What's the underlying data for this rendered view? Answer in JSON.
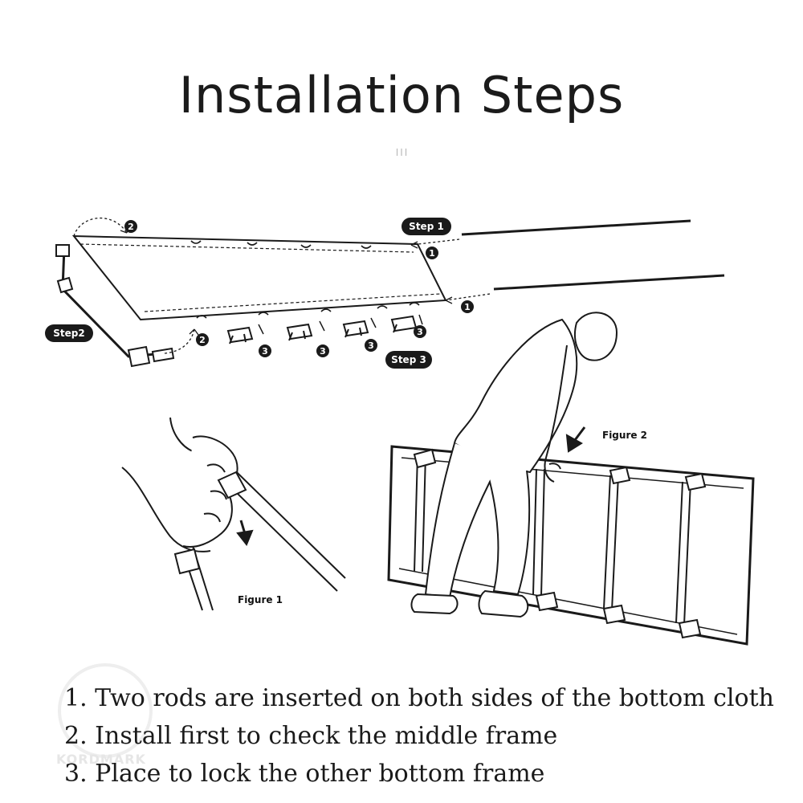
{
  "title": "Installation Steps",
  "title_mark": "III",
  "callouts": {
    "step1": "Step 1",
    "step2": "Step2",
    "step3": "Step 3",
    "num1": "1",
    "num2": "2",
    "num3": "3"
  },
  "figures": {
    "figure1": "Figure 1",
    "figure2": "Figure 2"
  },
  "instructions": [
    "1. Two rods are inserted on both sides of the bottom cloth",
    "2. Install first to check the middle frame",
    "3. Place to lock the other bottom frame"
  ],
  "watermark": "KORDMARK"
}
